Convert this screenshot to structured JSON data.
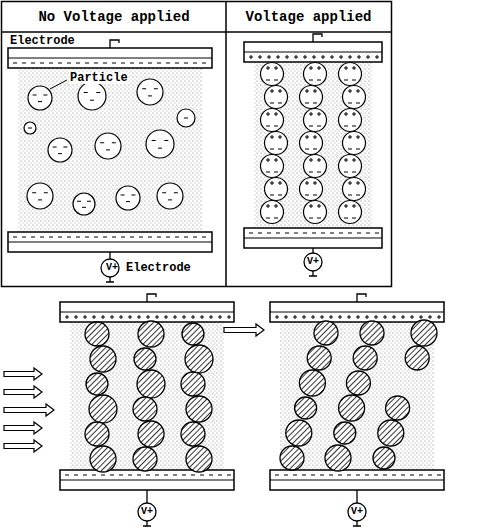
{
  "diagram": {
    "nodes": [
      {
        "text": [
          "No Voltage applied"
        ]
      },
      {
        "text": [
          "Voltage applied"
        ]
      }
    ],
    "labels": [
      "Electrode",
      "Particle",
      "Electrode",
      "V+",
      "V+",
      "V+",
      "V+"
    ]
  }
}
